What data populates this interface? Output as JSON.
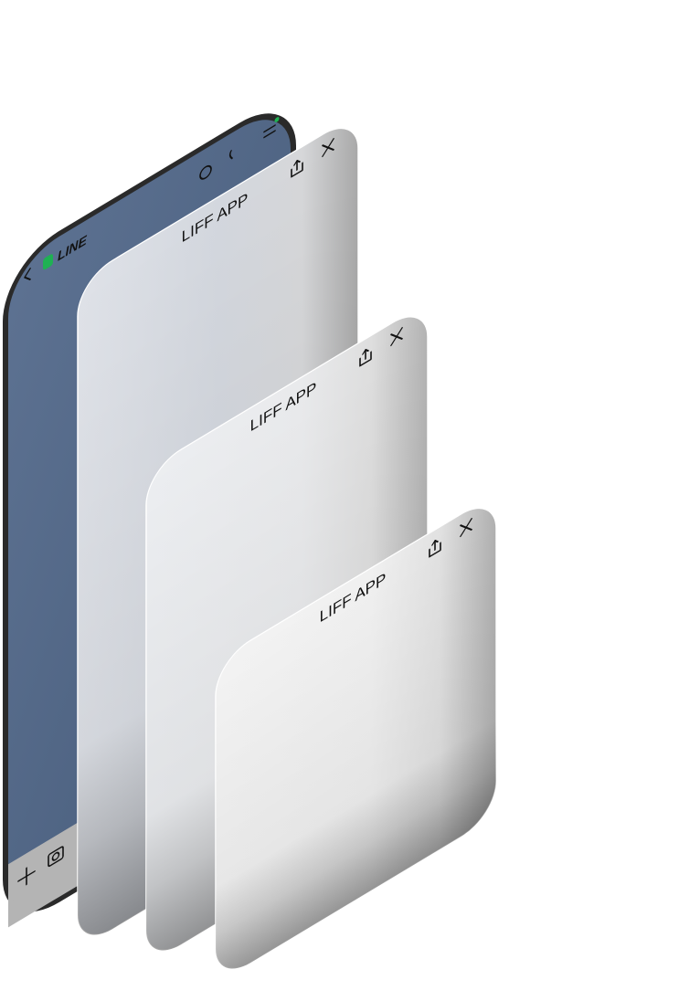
{
  "phone": {
    "brand": "LINE",
    "brand_color": "#1fb153",
    "screen_color": "#5a6f8f",
    "icons": [
      "back-chevron-icon",
      "line-logo-icon",
      "clock-icon",
      "phone-icon",
      "menu-icon",
      "plus-icon",
      "camera-icon"
    ]
  },
  "panels": [
    {
      "size": "full",
      "title": "LIFF APP",
      "icons": [
        "share-icon",
        "close-icon"
      ]
    },
    {
      "size": "tall",
      "title": "LIFF APP",
      "icons": [
        "share-icon",
        "close-icon"
      ]
    },
    {
      "size": "compact",
      "title": "LIFF APP",
      "icons": [
        "share-icon",
        "close-icon"
      ]
    }
  ]
}
